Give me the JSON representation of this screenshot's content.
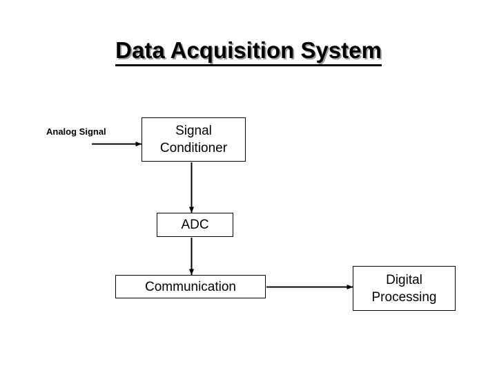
{
  "slide": {
    "background_color": "#ffffff",
    "title": "Data Acquisition System",
    "title_color": "#000000",
    "title_shadow_color": "#9a9a9a"
  },
  "diagram": {
    "type": "flow-diagram",
    "side_label": "Analog\nSignal",
    "boxes": [
      {
        "id": "signal-conditioner",
        "label": "Signal\nConditioner"
      },
      {
        "id": "adc",
        "label": "ADC"
      },
      {
        "id": "communication",
        "label": "Communication"
      },
      {
        "id": "digital-processing",
        "label": "Digital\nProcessing"
      }
    ],
    "connectors": [
      {
        "id": "analog-to-conditioner",
        "from": "analog-signal",
        "to": "signal-conditioner",
        "direction": "right"
      },
      {
        "id": "conditioner-to-adc",
        "from": "signal-conditioner",
        "to": "adc",
        "direction": "down"
      },
      {
        "id": "adc-to-communication",
        "from": "adc",
        "to": "communication",
        "direction": "down"
      },
      {
        "id": "communication-to-digital",
        "from": "communication",
        "to": "digital-processing",
        "direction": "right"
      }
    ],
    "line_color": "#000000"
  }
}
